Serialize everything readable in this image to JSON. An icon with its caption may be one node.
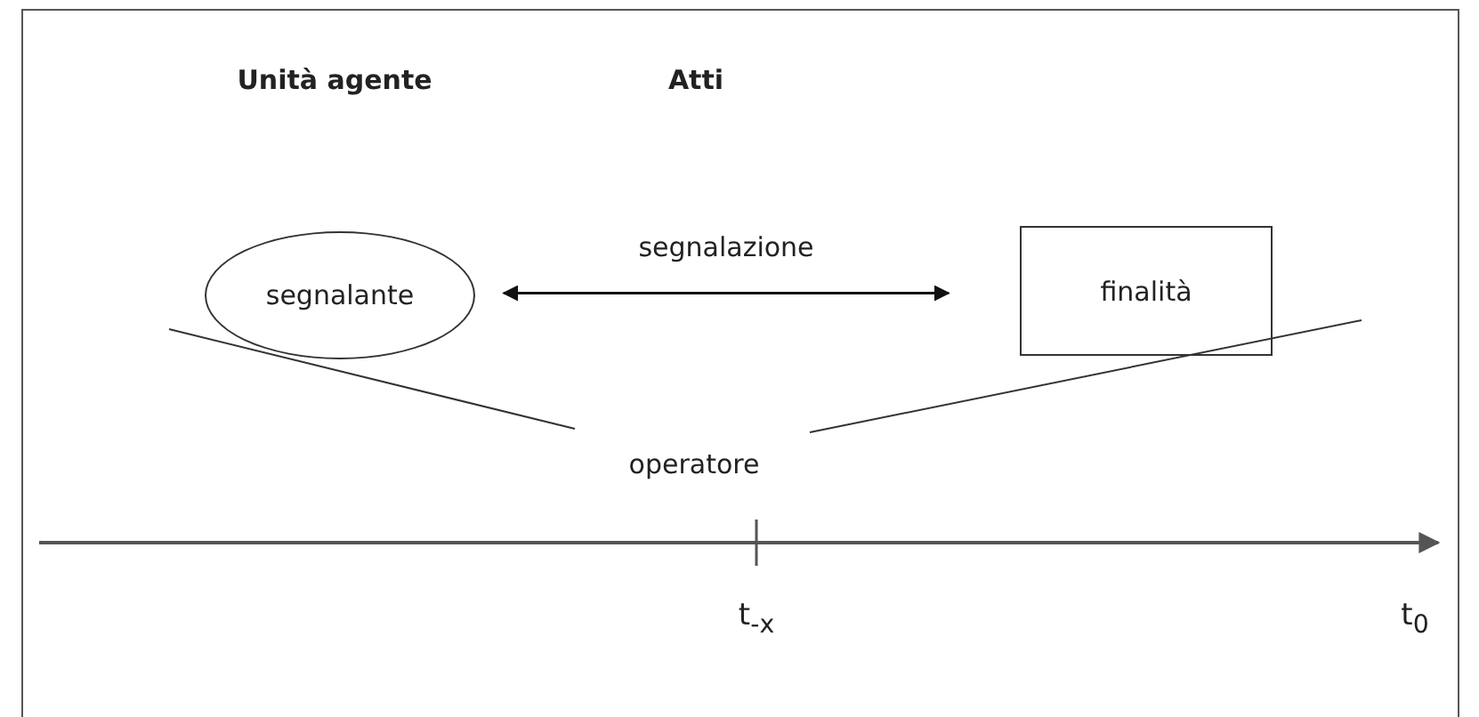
{
  "diagram": {
    "nodes": [
      {
        "text": [
          "segnalante"
        ]
      },
      {
        "text": [
          "finalità"
        ]
      },
      {
        "text": [
          "operatore"
        ]
      }
    ],
    "edges": [
      {
        "from": 0,
        "to": 1,
        "arrow": "both",
        "label": "segnalazione"
      }
    ],
    "labels": [
      "Unità agente",
      "Atti",
      "t$_{-x}$",
      "t$_{0}$"
    ]
  }
}
